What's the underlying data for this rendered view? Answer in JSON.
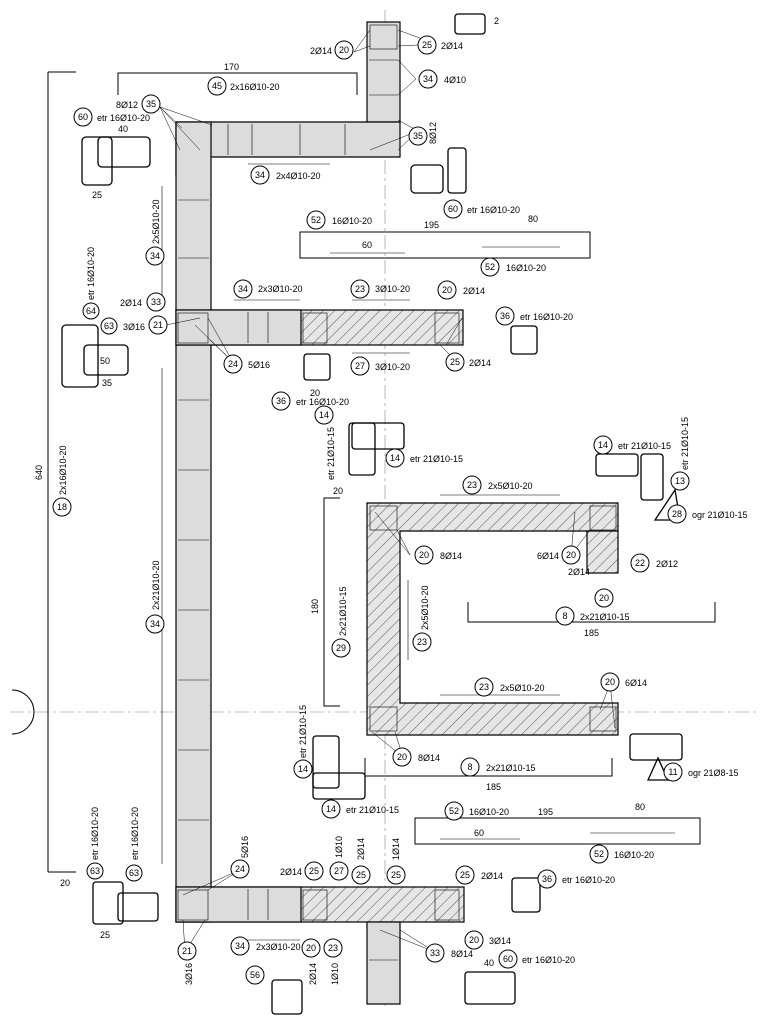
{
  "drawing": {
    "dimensions": {
      "d170": "170",
      "d640": "640",
      "d20a": "20",
      "d20b": "20",
      "d25a": "25",
      "d25b": "25",
      "d40a": "40",
      "d40b": "40",
      "d60a": "60",
      "d60b": "60",
      "d195a": "195",
      "d195b": "195",
      "d80a": "80",
      "d80b": "80",
      "d185a": "185",
      "d185b": "185",
      "d180": "180",
      "d50": "50",
      "d35": "35",
      "d20c": "20",
      "d2top": "2"
    },
    "bar_labels": [
      {
        "num": "45",
        "text": "2x16Ø10-20"
      },
      {
        "num": "35",
        "text": "8Ø12"
      },
      {
        "num": "35",
        "text": "8Ø12"
      },
      {
        "num": "34",
        "text": "4Ø10"
      },
      {
        "num": "34",
        "text": "2x4Ø10-20"
      },
      {
        "num": "34",
        "text": "2x5Ø10-20"
      },
      {
        "num": "34",
        "text": "2x3Ø10-20"
      },
      {
        "num": "34",
        "text": "2x21Ø10-20"
      },
      {
        "num": "34",
        "text": "2x3Ø10-20"
      },
      {
        "num": "20",
        "text": "2Ø14"
      },
      {
        "num": "25",
        "text": "2Ø14"
      },
      {
        "num": "60",
        "text": "etr 16Ø10-20"
      },
      {
        "num": "60",
        "text": "etr 16Ø10-20"
      },
      {
        "num": "60",
        "text": "etr 16Ø10-20"
      },
      {
        "num": "52",
        "text": "16Ø10-20"
      },
      {
        "num": "52",
        "text": "16Ø10-20"
      },
      {
        "num": "52",
        "text": "16Ø10-20"
      },
      {
        "num": "52",
        "text": "16Ø10-20"
      },
      {
        "num": "23",
        "text": "3Ø10-20"
      },
      {
        "num": "27",
        "text": "3Ø10-20"
      },
      {
        "num": "20",
        "text": "2Ø14"
      },
      {
        "num": "25",
        "text": "2Ø14"
      },
      {
        "num": "36",
        "text": "etr 16Ø10-20"
      },
      {
        "num": "36",
        "text": "etr 16Ø10-20"
      },
      {
        "num": "36",
        "text": "etr 16Ø10-20"
      },
      {
        "num": "33",
        "text": "2Ø14"
      },
      {
        "num": "21",
        "text": ""
      },
      {
        "num": "24",
        "text": "5Ø16"
      },
      {
        "num": "63",
        "text": "3Ø16"
      },
      {
        "num": "64",
        "text": "etr 16Ø10-20"
      },
      {
        "num": "18",
        "text": "2x16Ø10-20"
      },
      {
        "num": "14",
        "text": "etr 21Ø10-15"
      },
      {
        "num": "14",
        "text": "etr 21Ø10-15"
      },
      {
        "num": "14",
        "text": "etr 21Ø10-15"
      },
      {
        "num": "14",
        "text": "etr 21Ø10-15"
      },
      {
        "num": "14",
        "text": "etr 21Ø10-15"
      },
      {
        "num": "13",
        "text": "etr 21Ø10-15"
      },
      {
        "num": "28",
        "text": "ogr 21Ø10-15"
      },
      {
        "num": "11",
        "text": "ogr 21Ø8-15"
      },
      {
        "num": "23",
        "text": "2x5Ø10-20"
      },
      {
        "num": "23",
        "text": "2x5Ø10-20"
      },
      {
        "num": "23",
        "text": "2x5Ø10-20"
      },
      {
        "num": "20",
        "text": "8Ø14"
      },
      {
        "num": "20",
        "text": "6Ø14"
      },
      {
        "num": "20",
        "text": "6Ø14"
      },
      {
        "num": "20",
        "text": "8Ø14"
      },
      {
        "num": "22",
        "text": "2Ø12"
      },
      {
        "num": "20",
        "text": "2Ø14"
      },
      {
        "num": "8",
        "text": "2x21Ø10-15"
      },
      {
        "num": "8",
        "text": "2x21Ø10-15"
      },
      {
        "num": "29",
        "text": "2x21Ø10-15"
      },
      {
        "num": "63",
        "text": "etr 16Ø10-20"
      },
      {
        "num": "63",
        "text": "etr 16Ø10-20"
      },
      {
        "num": "24",
        "text": "5Ø16"
      },
      {
        "num": "25",
        "text": "2Ø14"
      },
      {
        "num": "27",
        "text": "1Ø10"
      },
      {
        "num": "25",
        "text": "2Ø14"
      },
      {
        "num": "25",
        "text": "1Ø14"
      },
      {
        "num": "25",
        "text": "2Ø14"
      },
      {
        "num": "21",
        "text": "3Ø16"
      },
      {
        "num": "20",
        "text": "2Ø14"
      },
      {
        "num": "23",
        "text": "1Ø10"
      },
      {
        "num": "33",
        "text": "8Ø14"
      },
      {
        "num": "20",
        "text": "3Ø14"
      },
      {
        "num": "56",
        "text": ""
      }
    ]
  }
}
